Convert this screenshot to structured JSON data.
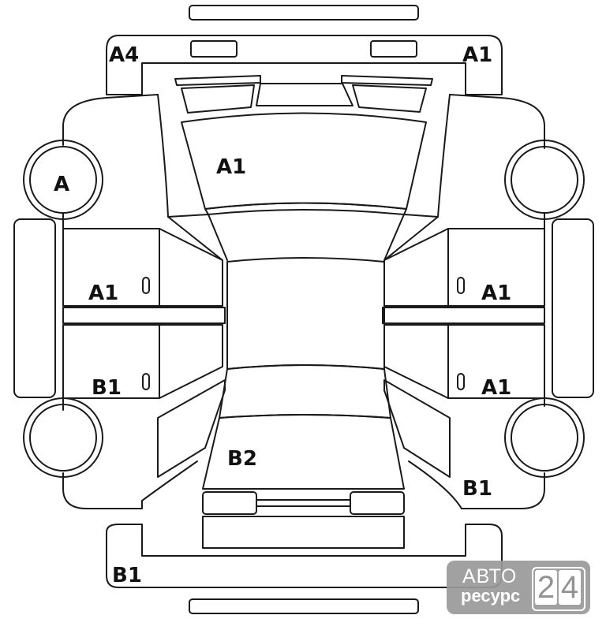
{
  "labels": {
    "front_left": "A4",
    "front_right": "A1",
    "wheel_front_left": "A",
    "hood": "A1",
    "door_front_left": "A1",
    "door_front_right": "A1",
    "door_rear_left": "B1",
    "door_rear_right": "A1",
    "trunk": "B2",
    "rear_right_quarter": "B1",
    "rear_bumper": "B1"
  },
  "watermark": {
    "line1": "АВТО",
    "line2": "ресурс",
    "digit1": "2",
    "digit2": "4"
  },
  "colors": {
    "line": "#1a1a1a",
    "watermark": "#9a9a9a"
  }
}
